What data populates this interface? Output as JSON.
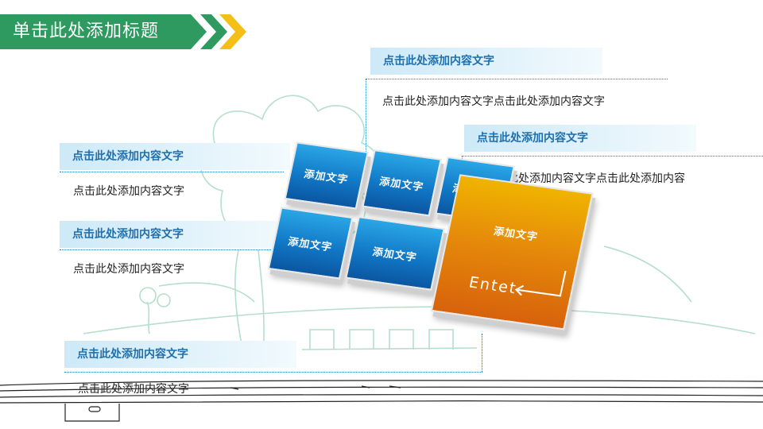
{
  "title": "单击此处添加标题",
  "callouts": {
    "top_right": {
      "heading": "点击此处添加内容文字",
      "body": "点击此处添加内容文字点击此处添加内容文字"
    },
    "mid_right": {
      "heading": "点击此处添加内容文字",
      "body": "点击此处添加内容文字点击此处添加内容"
    },
    "left_1": {
      "heading": "点击此处添加内容文字",
      "body": "点击此处添加内容文字"
    },
    "left_2": {
      "heading": "点击此处添加内容文字",
      "body": "点击此处添加内容文字"
    },
    "bottom": {
      "heading": "点击此处添加内容文字",
      "body": "点击此处添加内容文字"
    }
  },
  "keys": {
    "k1": "添加文字",
    "k2": "添加文字",
    "k3": "添加文字",
    "k4": "添加文字",
    "k5": "添加文字",
    "enter_label": "添加文字",
    "enter_caption": "Entet"
  },
  "colors": {
    "title_green": "#2f9a5f",
    "chevron_yellow": "#f4bf16",
    "heading_blue": "#1f6fae",
    "key_blue": "#1178c6",
    "key_orange": "#e58a0a"
  }
}
